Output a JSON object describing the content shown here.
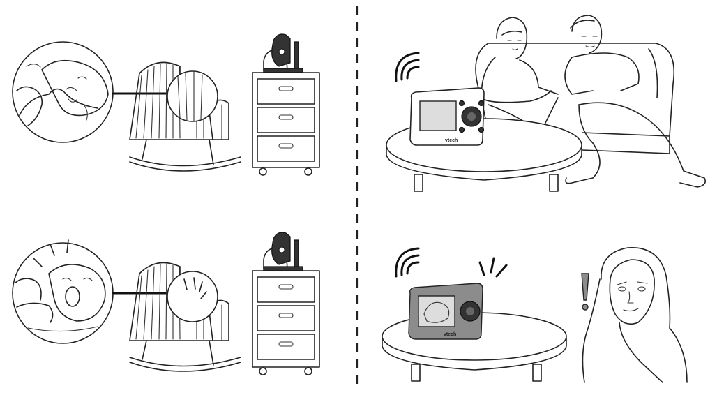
{
  "brand_label": "vtech",
  "panels": [
    {
      "id": "top",
      "baby_state": "sleeping",
      "parent_unit_state": "quiet",
      "alert": false
    },
    {
      "id": "bottom",
      "baby_state": "crying",
      "parent_unit_state": "sound alert",
      "alert": true
    }
  ],
  "colors": {
    "line": "#222222",
    "unit_dark": "#333333",
    "unit_grey": "#8c8c8c",
    "background": "#ffffff"
  }
}
